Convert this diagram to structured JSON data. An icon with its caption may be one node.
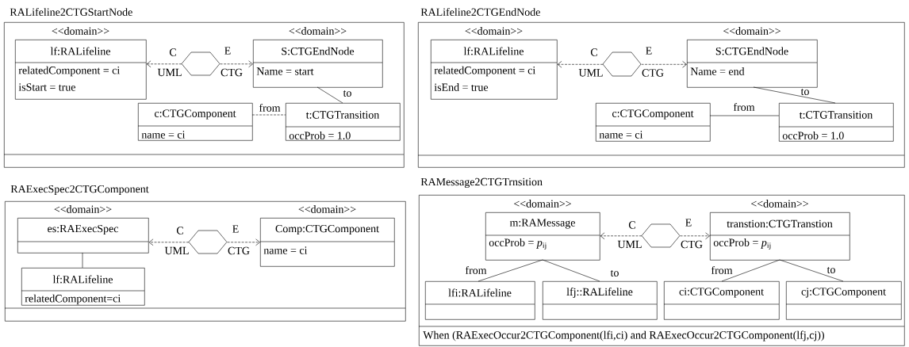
{
  "diagram": {
    "nodes": [
      {
        "text": [
          "RALifeline2CTGStartNode"
        ]
      },
      {
        "text": [
          "lf:RALifeline",
          "relatedComponent = ci",
          "isStart = true"
        ],
        "beside": [
          "<<domain>>"
        ],
        "in": 0
      },
      {
        "text": [],
        "shape": "hexagon",
        "beside": [
          "UML",
          "CTG"
        ],
        "in": 0
      },
      {
        "text": [
          "S:CTGEndNode",
          "Name = start"
        ],
        "beside": [
          "<<domain>>"
        ],
        "in": 0
      },
      {
        "text": [
          "c:CTGComponent",
          "name = ci"
        ],
        "in": 0
      },
      {
        "text": [
          "t:CTGTransition",
          "occProb = 1.0"
        ],
        "in": 0
      },
      {
        "text": [
          "RALifeline2CTGEndNode"
        ]
      },
      {
        "text": [
          "lf:RALifeline",
          "relatedComponent = ci",
          "isEnd = true"
        ],
        "beside": [
          "<<domain>>"
        ],
        "in": 6
      },
      {
        "text": [],
        "shape": "hexagon",
        "beside": [
          "UML",
          "CTG"
        ],
        "in": 6
      },
      {
        "text": [
          "S:CTGEndNode",
          "Name = end"
        ],
        "beside": [
          "<<domain>>"
        ],
        "in": 6
      },
      {
        "text": [
          "c:CTGComponent",
          "name = ci"
        ],
        "in": 6
      },
      {
        "text": [
          "t:CTGTransition",
          "occProb = 1.0"
        ],
        "in": 6
      },
      {
        "text": [
          "RAExecSpec2CTGComponent"
        ]
      },
      {
        "text": [
          "es:RAExecSpec"
        ],
        "beside": [
          "<<domain>>"
        ],
        "in": 12
      },
      {
        "text": [],
        "shape": "hexagon",
        "beside": [
          "UML",
          "CTG"
        ],
        "in": 12
      },
      {
        "text": [
          "Comp:CTGComponent",
          "name = ci"
        ],
        "beside": [
          "<<domain>>"
        ],
        "in": 12
      },
      {
        "text": [
          "lf:RALifeline",
          "relatedComponent=ci"
        ],
        "in": 12
      },
      {
        "text": [
          "RAMessage2CTGTrnsition",
          "When (RAExecOccur2CTGComponent(lfi,ci) and RAExecOccur2CTGComponent(lfj,cj))"
        ]
      },
      {
        "text": [
          "m:RAMessage",
          "occProb = *p*$_{ij}$"
        ],
        "beside": [
          "<<domain>>"
        ],
        "in": 17
      },
      {
        "text": [],
        "shape": "hexagon",
        "beside": [
          "UML",
          "CTG"
        ],
        "in": 17
      },
      {
        "text": [
          "transtion:CTGTranstion",
          "occProb = *p*$_{ij}$"
        ],
        "beside": [
          "<<domain>>"
        ],
        "in": 17
      },
      {
        "text": [
          "lfi:RALifeline"
        ],
        "in": 17
      },
      {
        "text": [
          "lfj::RALifeline"
        ],
        "in": 17
      },
      {
        "text": [
          "ci:CTGComponent"
        ],
        "in": 17
      },
      {
        "text": [
          "cj:CTGComponent"
        ],
        "in": 17
      }
    ],
    "edges": [
      {
        "from": 2,
        "to": 1,
        "arrow": "to",
        "style": "dashed",
        "label": "C"
      },
      {
        "from": 2,
        "to": 3,
        "arrow": "to",
        "style": "dashed",
        "label": "E"
      },
      {
        "from": 3,
        "to": 5,
        "arrow": "none",
        "label": "to"
      },
      {
        "from": 4,
        "to": 5,
        "arrow": "none",
        "style": "dashed",
        "label": "from"
      },
      {
        "from": 8,
        "to": 7,
        "arrow": "to",
        "style": "dashed",
        "label": "C"
      },
      {
        "from": 8,
        "to": 9,
        "arrow": "to",
        "style": "dashed",
        "label": "E"
      },
      {
        "from": 9,
        "to": 11,
        "arrow": "none",
        "label": "to"
      },
      {
        "from": 10,
        "to": 11,
        "arrow": "none",
        "label": "from"
      },
      {
        "from": 14,
        "to": 13,
        "arrow": "to",
        "style": "dashed",
        "label": "C"
      },
      {
        "from": 14,
        "to": 15,
        "arrow": "to",
        "style": "dashed",
        "label": "E"
      },
      {
        "from": 13,
        "to": 16,
        "arrow": "none"
      },
      {
        "from": 19,
        "to": 18,
        "arrow": "to",
        "style": "dashed",
        "label": "C"
      },
      {
        "from": 19,
        "to": 20,
        "arrow": "to",
        "style": "dashed",
        "label": "E"
      },
      {
        "from": 18,
        "to": 21,
        "arrow": "none",
        "label": "from"
      },
      {
        "from": 18,
        "to": 22,
        "arrow": "none",
        "label": "to"
      },
      {
        "from": 20,
        "to": 23,
        "arrow": "none",
        "label": "from"
      },
      {
        "from": 20,
        "to": 24,
        "arrow": "none",
        "label": "to"
      }
    ]
  }
}
